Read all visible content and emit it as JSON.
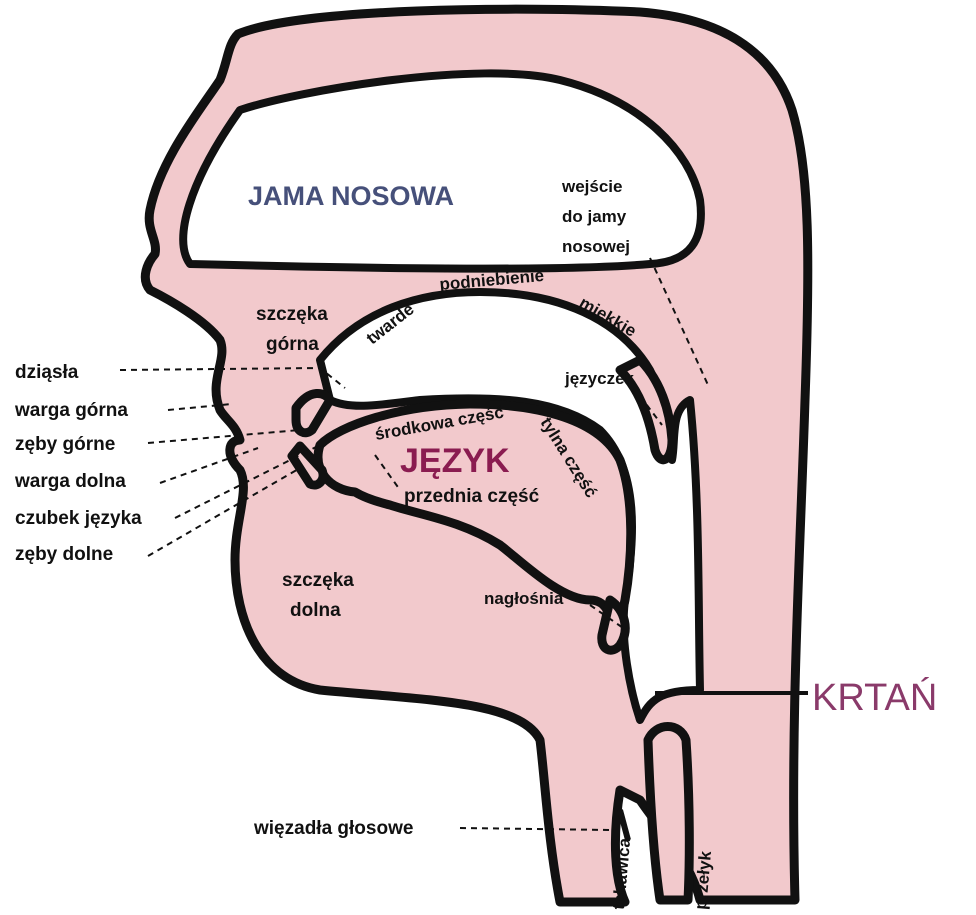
{
  "labels": {
    "nasal_cavity": "JAMA NOSOWA",
    "nasal_entrance_1": "wejście",
    "nasal_entrance_2": "do jamy",
    "nasal_entrance_3": "nosowej",
    "palate": "podniebienie",
    "hard": "twarde",
    "soft": "miękkie",
    "upper_jaw_1": "szczęka",
    "upper_jaw_2": "górna",
    "uvula": "języczek",
    "gums": "dziąsła",
    "upper_lip": "warga górna",
    "upper_teeth": "zęby górne",
    "lower_lip": "warga dolna",
    "tongue_tip": "czubek języka",
    "lower_teeth": "zęby dolne",
    "tongue": "JĘZYK",
    "middle_part": "środkowa część",
    "back_part": "tylna część",
    "front_part": "przednia część",
    "lower_jaw_1": "szczęka",
    "lower_jaw_2": "dolna",
    "epiglottis": "nagłośnia",
    "larynx": "KRTAŃ",
    "vocal_cords": "więzadła głosowe",
    "trachea": "tchawica",
    "esophagus": "przełyk"
  },
  "colors": {
    "tissue": "#f2c9cc",
    "outline": "#111111",
    "nasal_label": "#46507a",
    "tongue_label": "#8a1c50",
    "larynx_label": "#8a3a6a"
  }
}
